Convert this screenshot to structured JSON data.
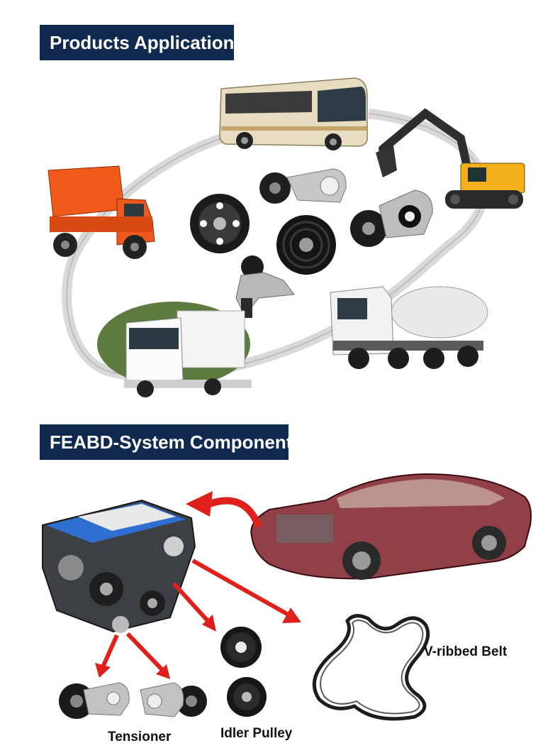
{
  "sections": {
    "products_application": {
      "title": "Products Application"
    },
    "feabd_system": {
      "title": "FEABD-System Component"
    }
  },
  "labels": {
    "v_ribbed_belt": "V-ribbed Belt",
    "tensioner": "Tensioner",
    "idler_pulley": "Idler Pulley"
  },
  "vehicles": [
    "bus",
    "excavator",
    "dump-truck",
    "cement-mixer-truck",
    "refrigerated-truck"
  ],
  "colors": {
    "title_bg": "#0f2a4e",
    "title_text": "#ffffff",
    "arrow_red": "#e0201b",
    "ring_grey": "#d8d8d8",
    "car_red": "#7a1620"
  }
}
